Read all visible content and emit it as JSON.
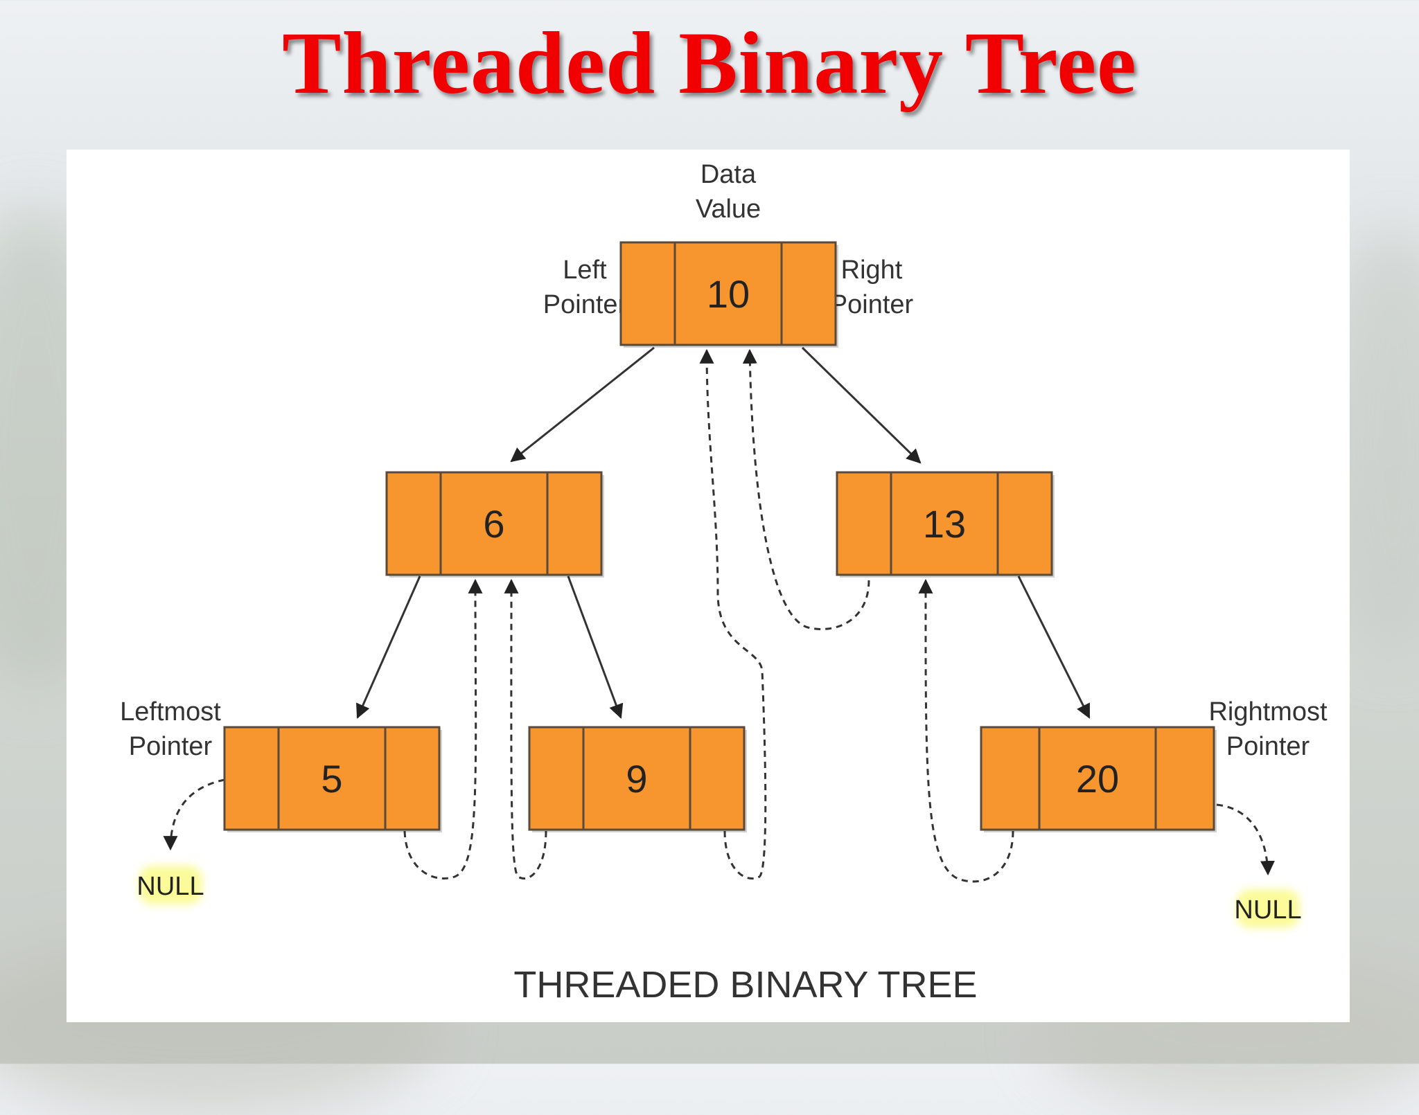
{
  "title": "Threaded Binary Tree",
  "diagram": {
    "caption": "THREADED BINARY TREE",
    "annotations": {
      "data_value_line1": "Data",
      "data_value_line2": "Value",
      "left_pointer_line1": "Left",
      "left_pointer_line2": "Pointer",
      "right_pointer_line1": "Right",
      "right_pointer_line2": "Pointer",
      "leftmost_pointer_line1": "Leftmost",
      "leftmost_pointer_line2": "Pointer",
      "rightmost_pointer_line1": "Rightmost",
      "rightmost_pointer_line2": "Pointer"
    },
    "null_label_left": "NULL",
    "null_label_right": "NULL",
    "nodes": [
      {
        "id": "n10",
        "value": "10"
      },
      {
        "id": "n6",
        "value": "6"
      },
      {
        "id": "n13",
        "value": "13"
      },
      {
        "id": "n5",
        "value": "5"
      },
      {
        "id": "n9",
        "value": "9"
      },
      {
        "id": "n20",
        "value": "20"
      }
    ],
    "child_links": [
      {
        "from": "10",
        "to": "6"
      },
      {
        "from": "10",
        "to": "13"
      },
      {
        "from": "6",
        "to": "5"
      },
      {
        "from": "6",
        "to": "9"
      },
      {
        "from": "13",
        "to": "20"
      }
    ],
    "threads": [
      {
        "from": "5",
        "to": "6",
        "kind": "right thread"
      },
      {
        "from": "9",
        "to": "6",
        "kind": "left thread"
      },
      {
        "from": "9",
        "to": "10",
        "kind": "right thread"
      },
      {
        "from": "13",
        "to": "10",
        "kind": "left thread"
      },
      {
        "from": "20",
        "to": "13",
        "kind": "left thread"
      },
      {
        "from": "5",
        "to": "NULL",
        "kind": "leftmost pointer"
      },
      {
        "from": "20",
        "to": "NULL",
        "kind": "rightmost pointer"
      }
    ],
    "colors": {
      "node_fill": "#f7962f",
      "node_stroke": "#5a4a3a",
      "null_highlight": "#fbfb9a",
      "title": "#f00000"
    }
  }
}
